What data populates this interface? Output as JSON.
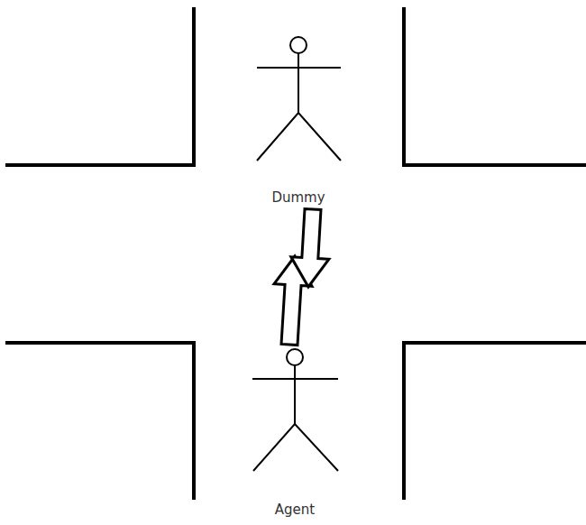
{
  "diagram": {
    "nodes": [
      {
        "text": [
          "Dummy"
        ]
      },
      {
        "text": [
          "Agent"
        ]
      }
    ],
    "edges": [
      {
        "from": 0,
        "to": 1,
        "arrow": "to"
      },
      {
        "from": 1,
        "to": 0,
        "arrow": "to"
      }
    ]
  }
}
